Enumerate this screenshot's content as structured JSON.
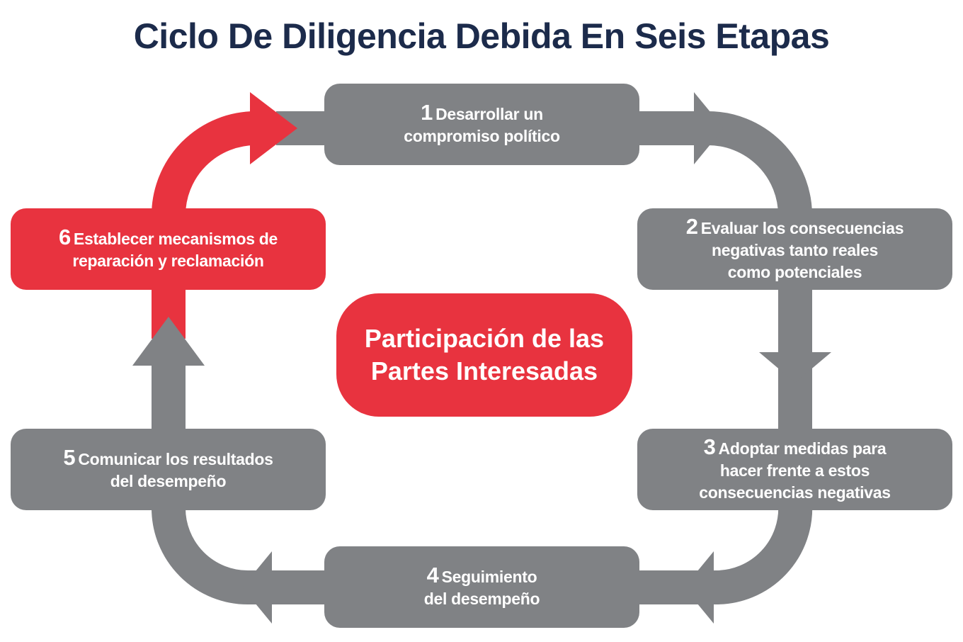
{
  "title": "Ciclo De Diligencia Debida En Seis Etapas",
  "colors": {
    "red": "#e8333f",
    "gray": "#808285",
    "navy": "#1c2b4b"
  },
  "center": {
    "line1": "Participación de las",
    "line2": "Partes Interesadas"
  },
  "steps": [
    {
      "num": "1",
      "line1": "Desarrollar un",
      "line2": "compromiso político",
      "line3": ""
    },
    {
      "num": "2",
      "line1": "Evaluar los consecuencias",
      "line2": "negativas tanto reales",
      "line3": "como potenciales"
    },
    {
      "num": "3",
      "line1": "Adoptar medidas para",
      "line2": "hacer frente a estos",
      "line3": "consecuencias negativas"
    },
    {
      "num": "4",
      "line1": "Seguimiento",
      "line2": "del desempeño",
      "line3": ""
    },
    {
      "num": "5",
      "line1": "Comunicar los resultados",
      "line2": "del desempeño",
      "line3": ""
    },
    {
      "num": "6",
      "line1": "Establecer mecanismos de",
      "line2": "reparación y reclamación",
      "line3": ""
    }
  ]
}
